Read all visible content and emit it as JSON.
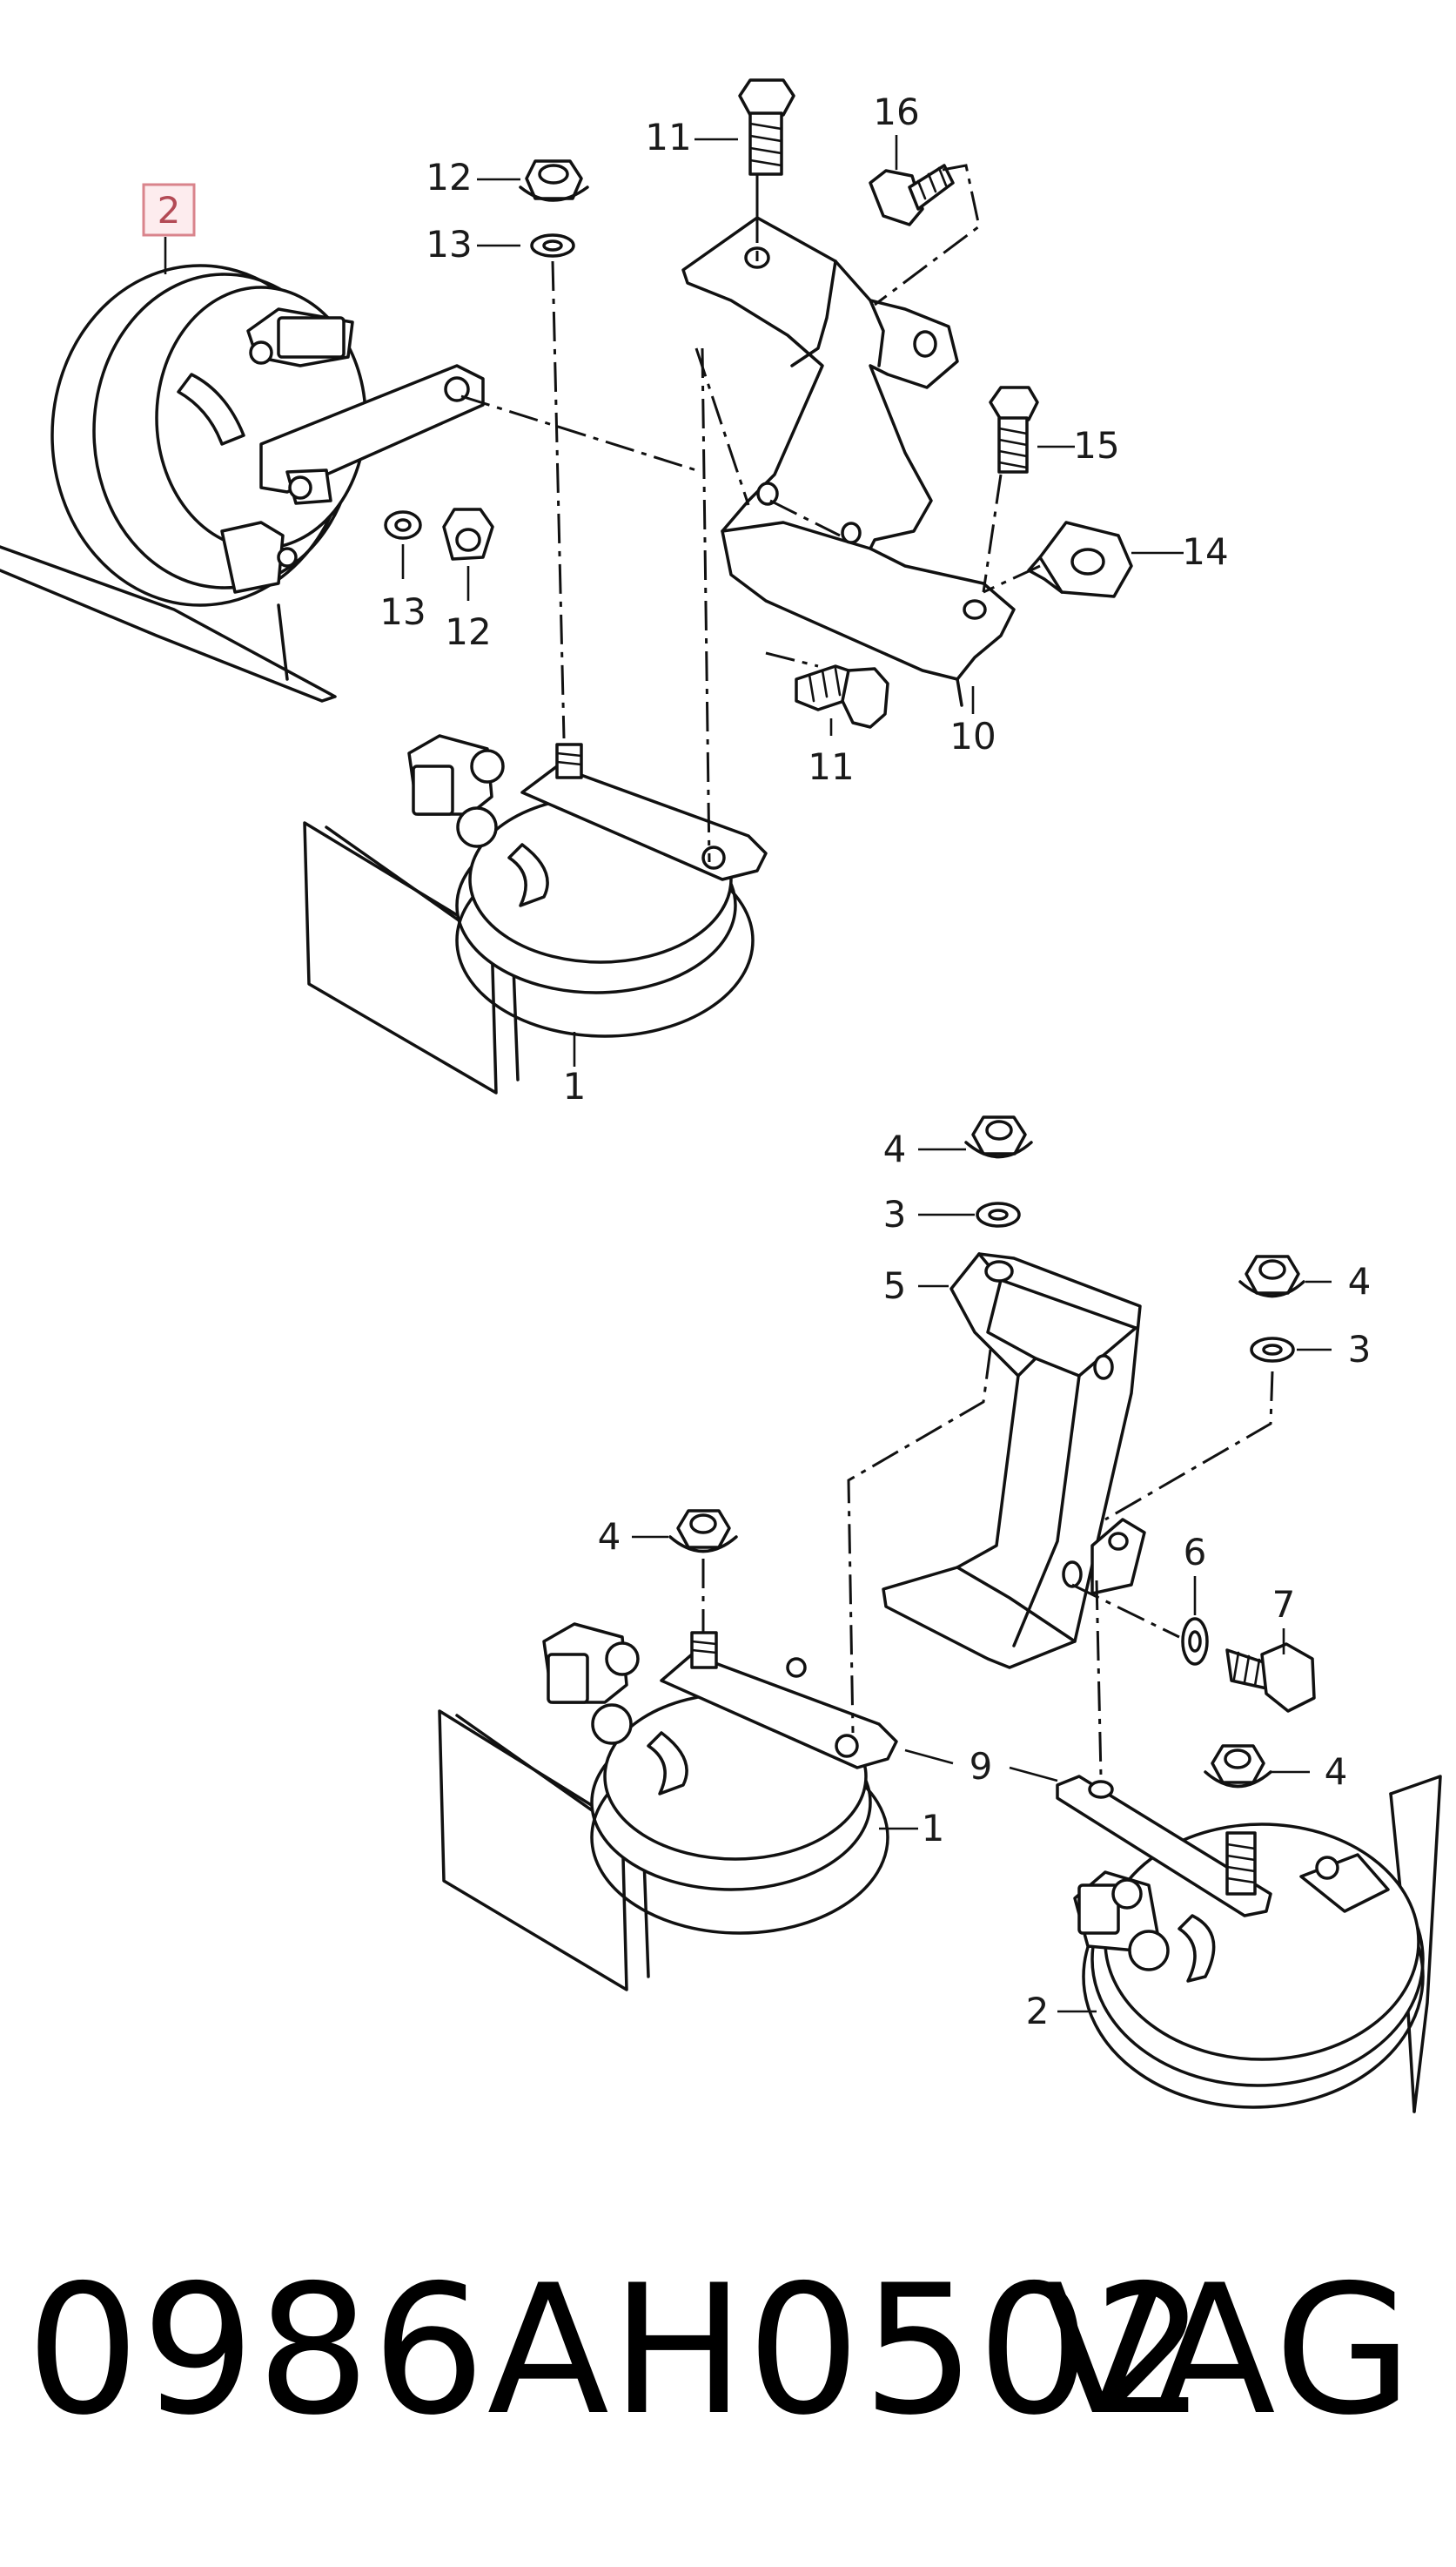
{
  "diagram": {
    "callouts": {
      "c1a": "1",
      "c1b": "1",
      "c2_hl": "2",
      "c2b": "2",
      "c3a": "3",
      "c3b": "3",
      "c4a": "4",
      "c4b": "4",
      "c4c": "4",
      "c4d": "4",
      "c5": "5",
      "c6": "6",
      "c7": "7",
      "c9": "9",
      "c10": "10",
      "c11a": "11",
      "c11b": "11",
      "c12a": "12",
      "c12b": "12",
      "c13a": "13",
      "c13b": "13",
      "c14": "14",
      "c15": "15",
      "c16": "16"
    },
    "highlight_color": "#d9848c",
    "part_number": "0986AH0502",
    "brand": "VAG"
  }
}
